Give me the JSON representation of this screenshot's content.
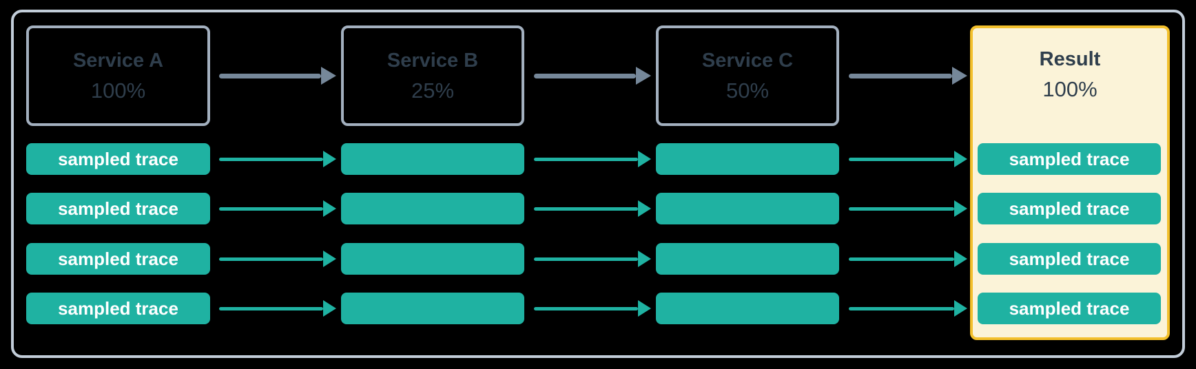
{
  "columns": [
    {
      "id": "service-a",
      "title": "Service A",
      "rate": "100%"
    },
    {
      "id": "service-b",
      "title": "Service B",
      "rate": "25%"
    },
    {
      "id": "service-c",
      "title": "Service C",
      "rate": "50%"
    },
    {
      "id": "result",
      "title": "Result",
      "rate": "100%"
    }
  ],
  "trace_label": "sampled trace",
  "trace_rows": 4,
  "icons": {
    "flow_arrow": "arrow-right",
    "trace_arrow": "arrow-right"
  },
  "colors": {
    "background": "#000000",
    "frame_border": "#c2cdd9",
    "service_border": "#a3b0bf",
    "service_text": "#2f3e4c",
    "flow_arrow": "#76889a",
    "trace_fill": "#1fb2a2",
    "trace_text": "#ffffff",
    "result_border": "#f3c02c",
    "result_fill": "#fbf3d8"
  }
}
